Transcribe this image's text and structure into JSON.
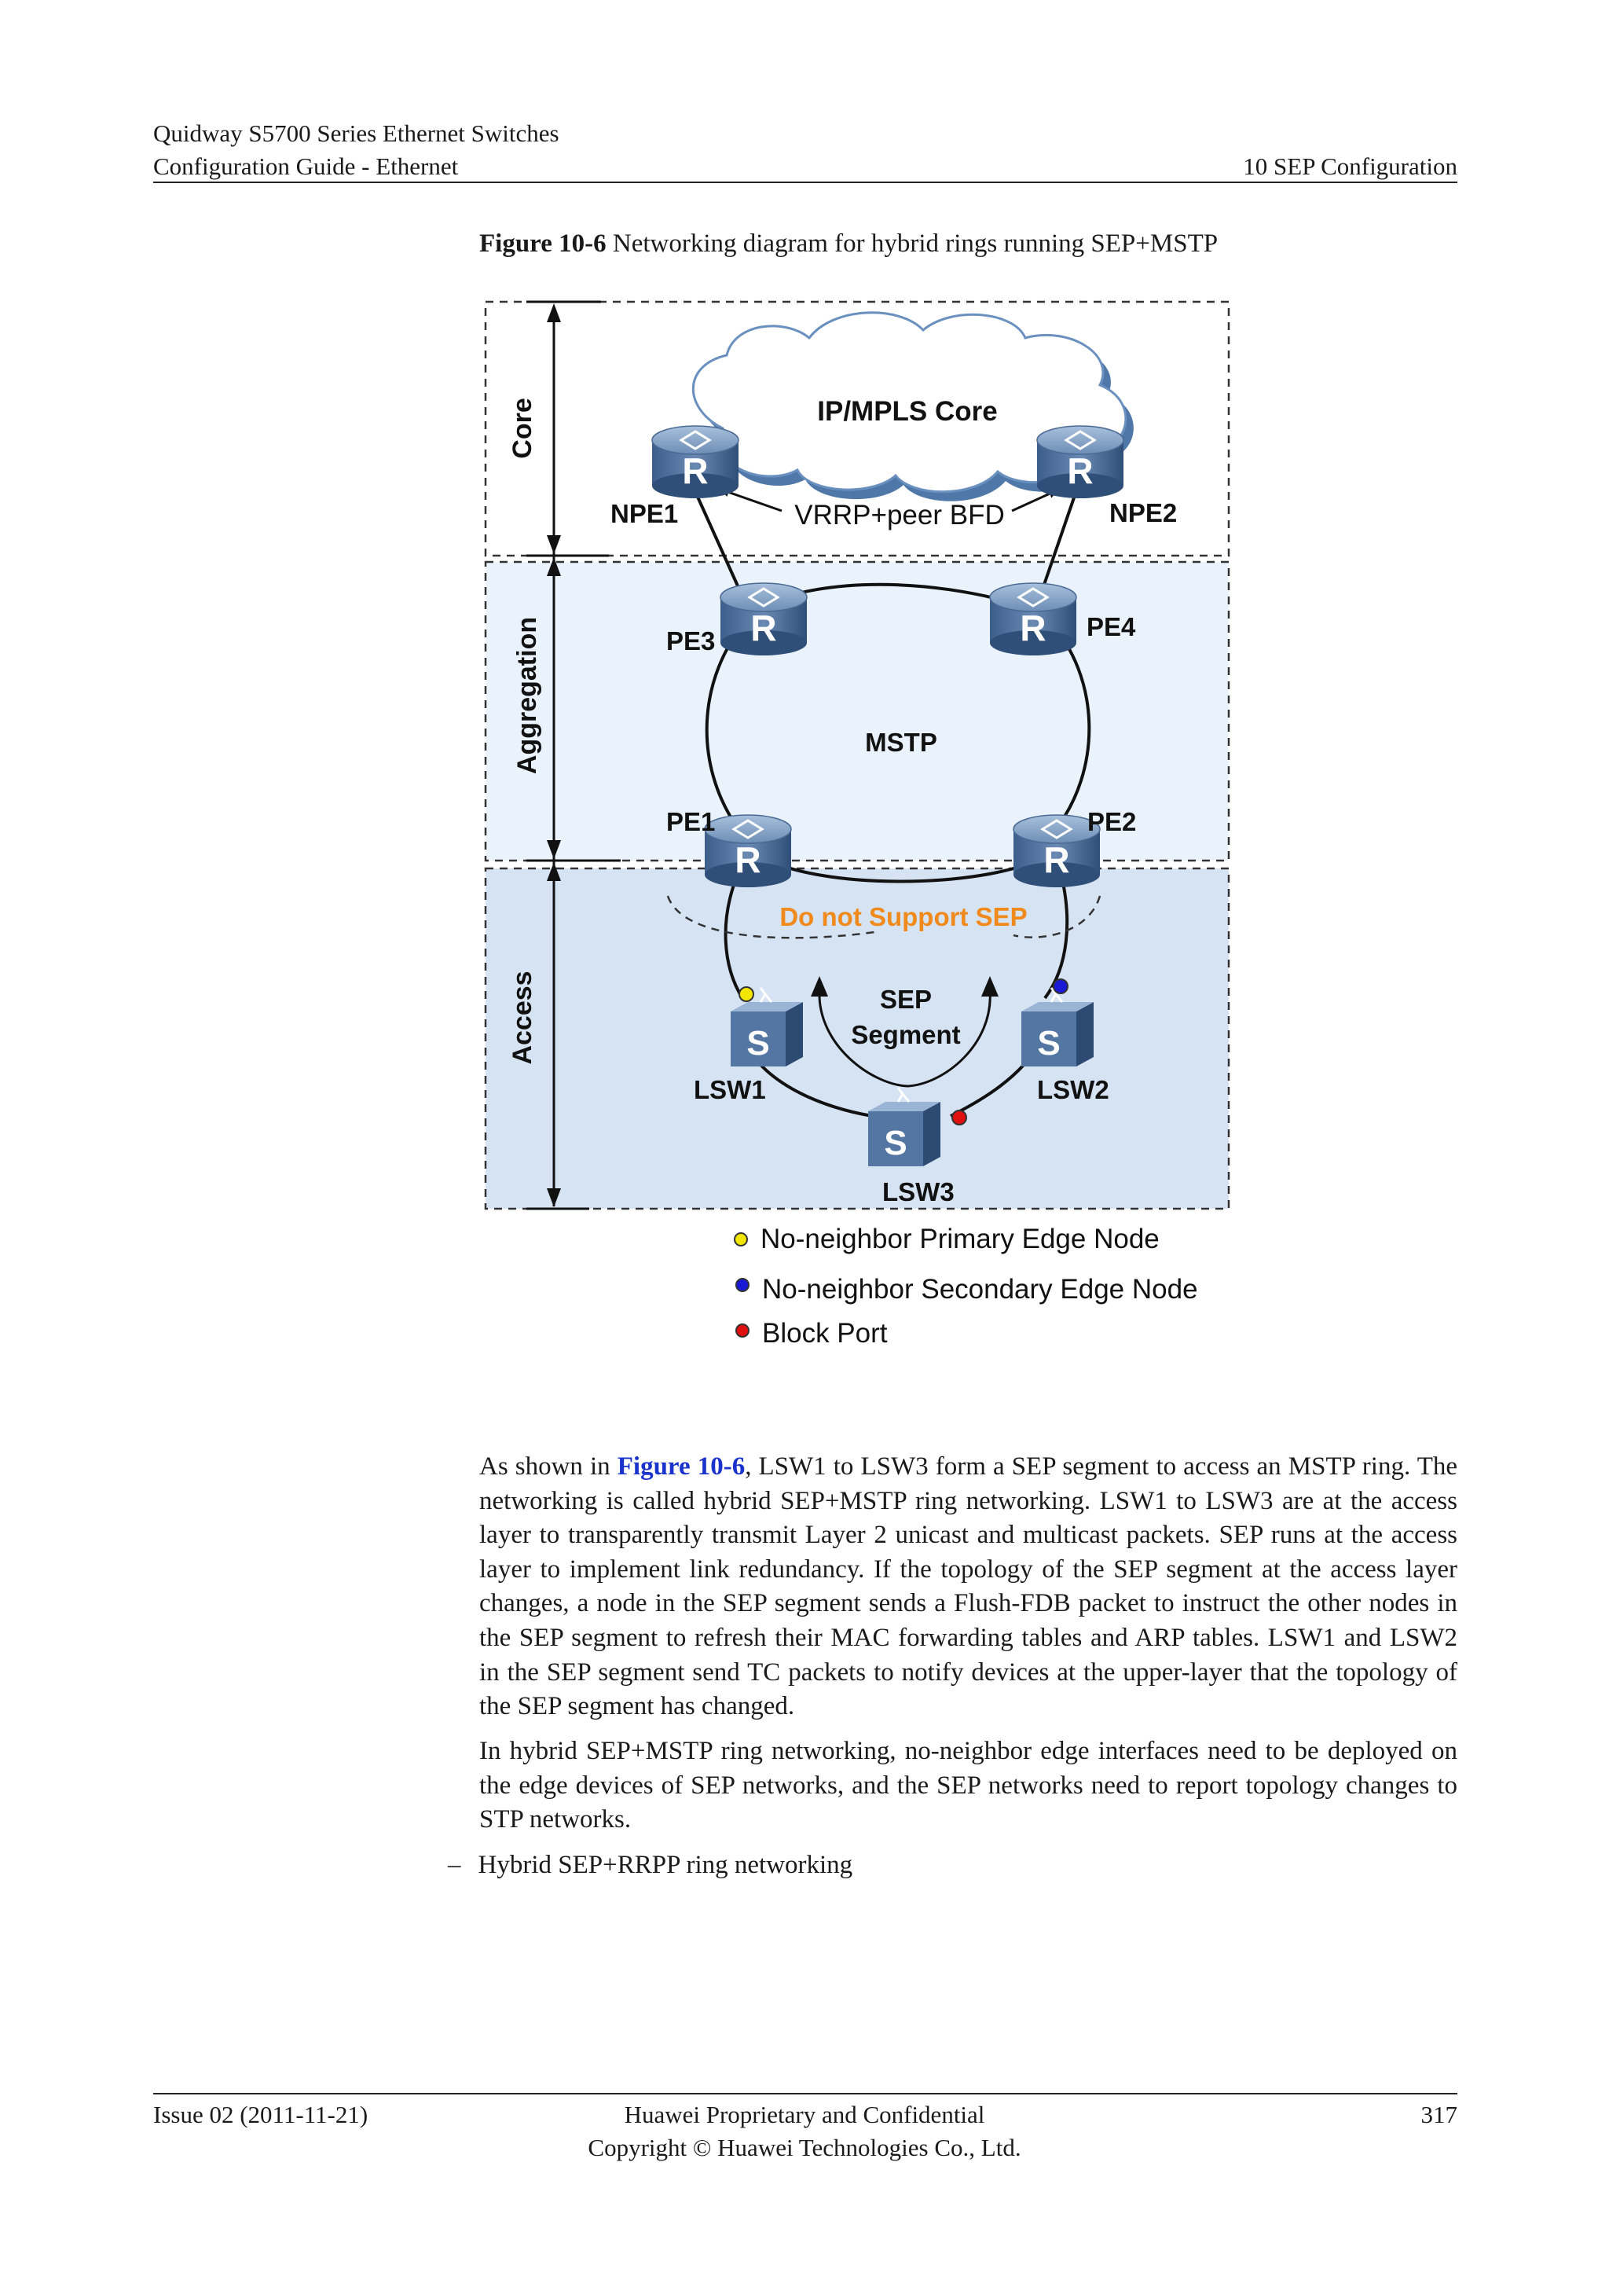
{
  "header": {
    "product": "Quidway S5700 Series Ethernet Switches",
    "guide": "Configuration Guide - Ethernet",
    "chapter": "10 SEP Configuration"
  },
  "figure": {
    "number": "Figure 10-6",
    "title": " Networking diagram for hybrid rings running SEP+MSTP"
  },
  "diagram": {
    "layers": {
      "core": "Core",
      "aggregation": "Aggregation",
      "access": "Access"
    },
    "cloud_label": "IP/MPLS Core",
    "vrrp_label": "VRRP+peer BFD",
    "mstp_label": "MSTP",
    "no_sep_label": "Do not Support SEP",
    "sep_segment_label_1": "SEP",
    "sep_segment_label_2": "Segment",
    "routers": {
      "npe1": "NPE1",
      "npe2": "NPE2",
      "pe3": "PE3",
      "pe4": "PE4",
      "pe1": "PE1",
      "pe2": "PE2"
    },
    "router_glyph": "R",
    "switches": {
      "lsw1": "LSW1",
      "lsw2": "LSW2",
      "lsw3": "LSW3"
    },
    "switch_glyph": "S",
    "legend": {
      "primary": "No-neighbor Primary Edge Node",
      "secondary": "No-neighbor Secondary Edge Node",
      "block": "Block Port"
    },
    "colors": {
      "primary_node": "#f2e600",
      "secondary_node": "#1a1ad6",
      "block_port": "#e01010",
      "no_sep_text": "#f08a1c",
      "aggregation_fill": "#eaf2fc",
      "access_fill": "#d6e3f3"
    }
  },
  "paragraphs": {
    "p1_prefix": "As shown in ",
    "p1_link": "Figure 10-6",
    "p1_rest": ", LSW1 to LSW3 form a SEP segment to access an MSTP ring. The networking is called hybrid SEP+MSTP ring networking. LSW1 to LSW3 are at the access layer to transparently transmit Layer 2 unicast and multicast packets. SEP runs at the access layer to implement link redundancy. If the topology of the SEP segment at the access layer changes, a node in the SEP segment sends a Flush-FDB packet to instruct the other nodes in the SEP segment to refresh their MAC forwarding tables and ARP tables. LSW1 and LSW2 in the SEP segment send TC packets to notify devices at the upper-layer that the topology of the SEP segment has changed.",
    "p2": "In hybrid SEP+MSTP ring networking, no-neighbor edge interfaces need to be deployed on the edge devices of SEP networks, and the SEP networks need to report topology changes to STP networks."
  },
  "bullet": {
    "mark": "–",
    "text": "Hybrid SEP+RRPP ring networking"
  },
  "footer": {
    "issue": "Issue 02 (2011-11-21)",
    "confidential": "Huawei Proprietary and Confidential",
    "copyright": "Copyright © Huawei Technologies Co., Ltd.",
    "page": "317"
  }
}
